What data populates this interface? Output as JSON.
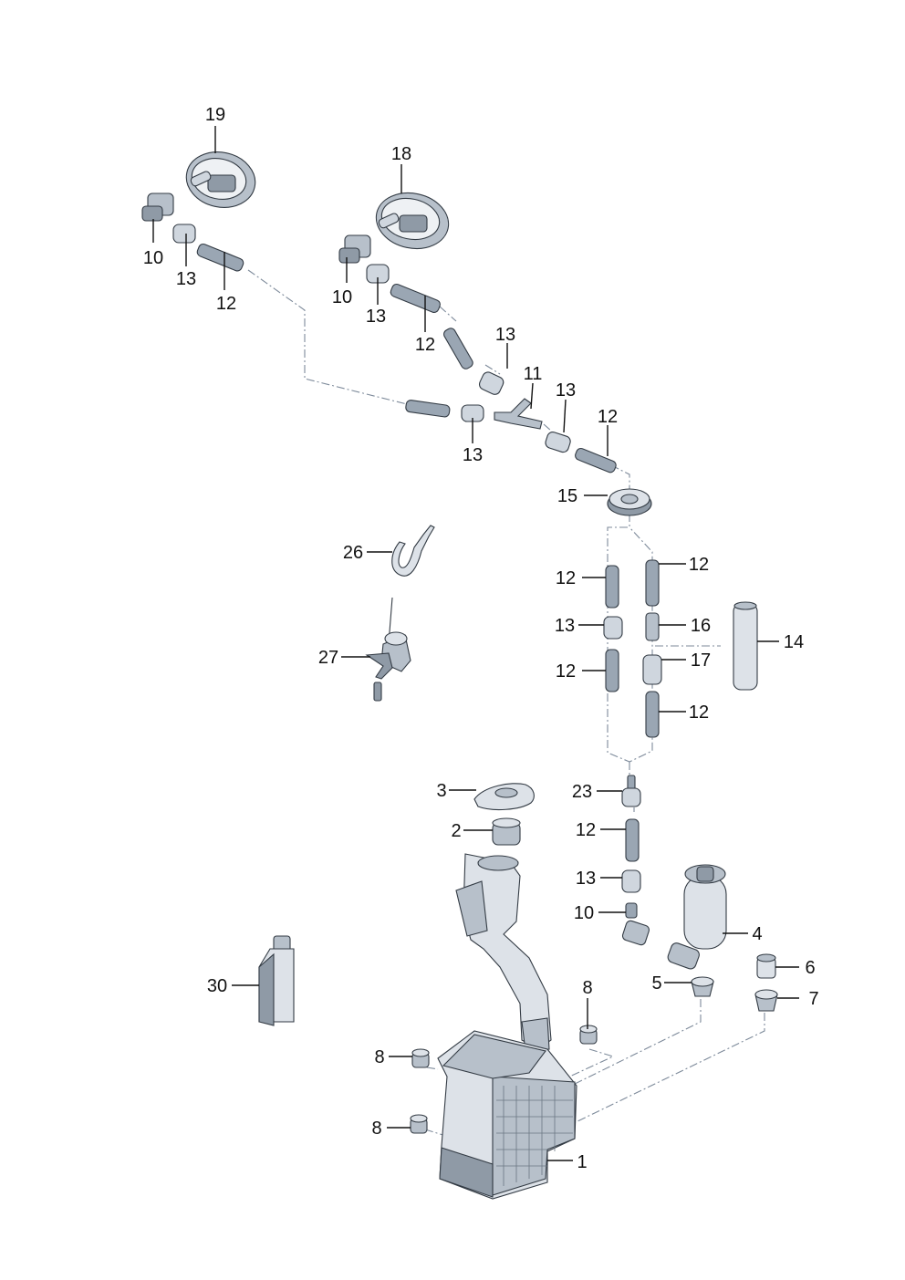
{
  "callouts": {
    "n1": "1",
    "n2": "2",
    "n3": "3",
    "n4": "4",
    "n5": "5",
    "n6": "6",
    "n7": "7",
    "n8": "8",
    "n10": "10",
    "n11": "11",
    "n12": "12",
    "n13": "13",
    "n14": "14",
    "n15": "15",
    "n16": "16",
    "n17": "17",
    "n18": "18",
    "n19": "19",
    "n23": "23",
    "n26": "26",
    "n27": "27",
    "n30": "30"
  },
  "colors": {
    "part_fill_light": "#dde2e8",
    "part_fill_mid": "#b7c0ca",
    "part_fill_dark": "#8f9aa6",
    "dash_line": "#7d8a9a",
    "label_text": "#111111"
  }
}
